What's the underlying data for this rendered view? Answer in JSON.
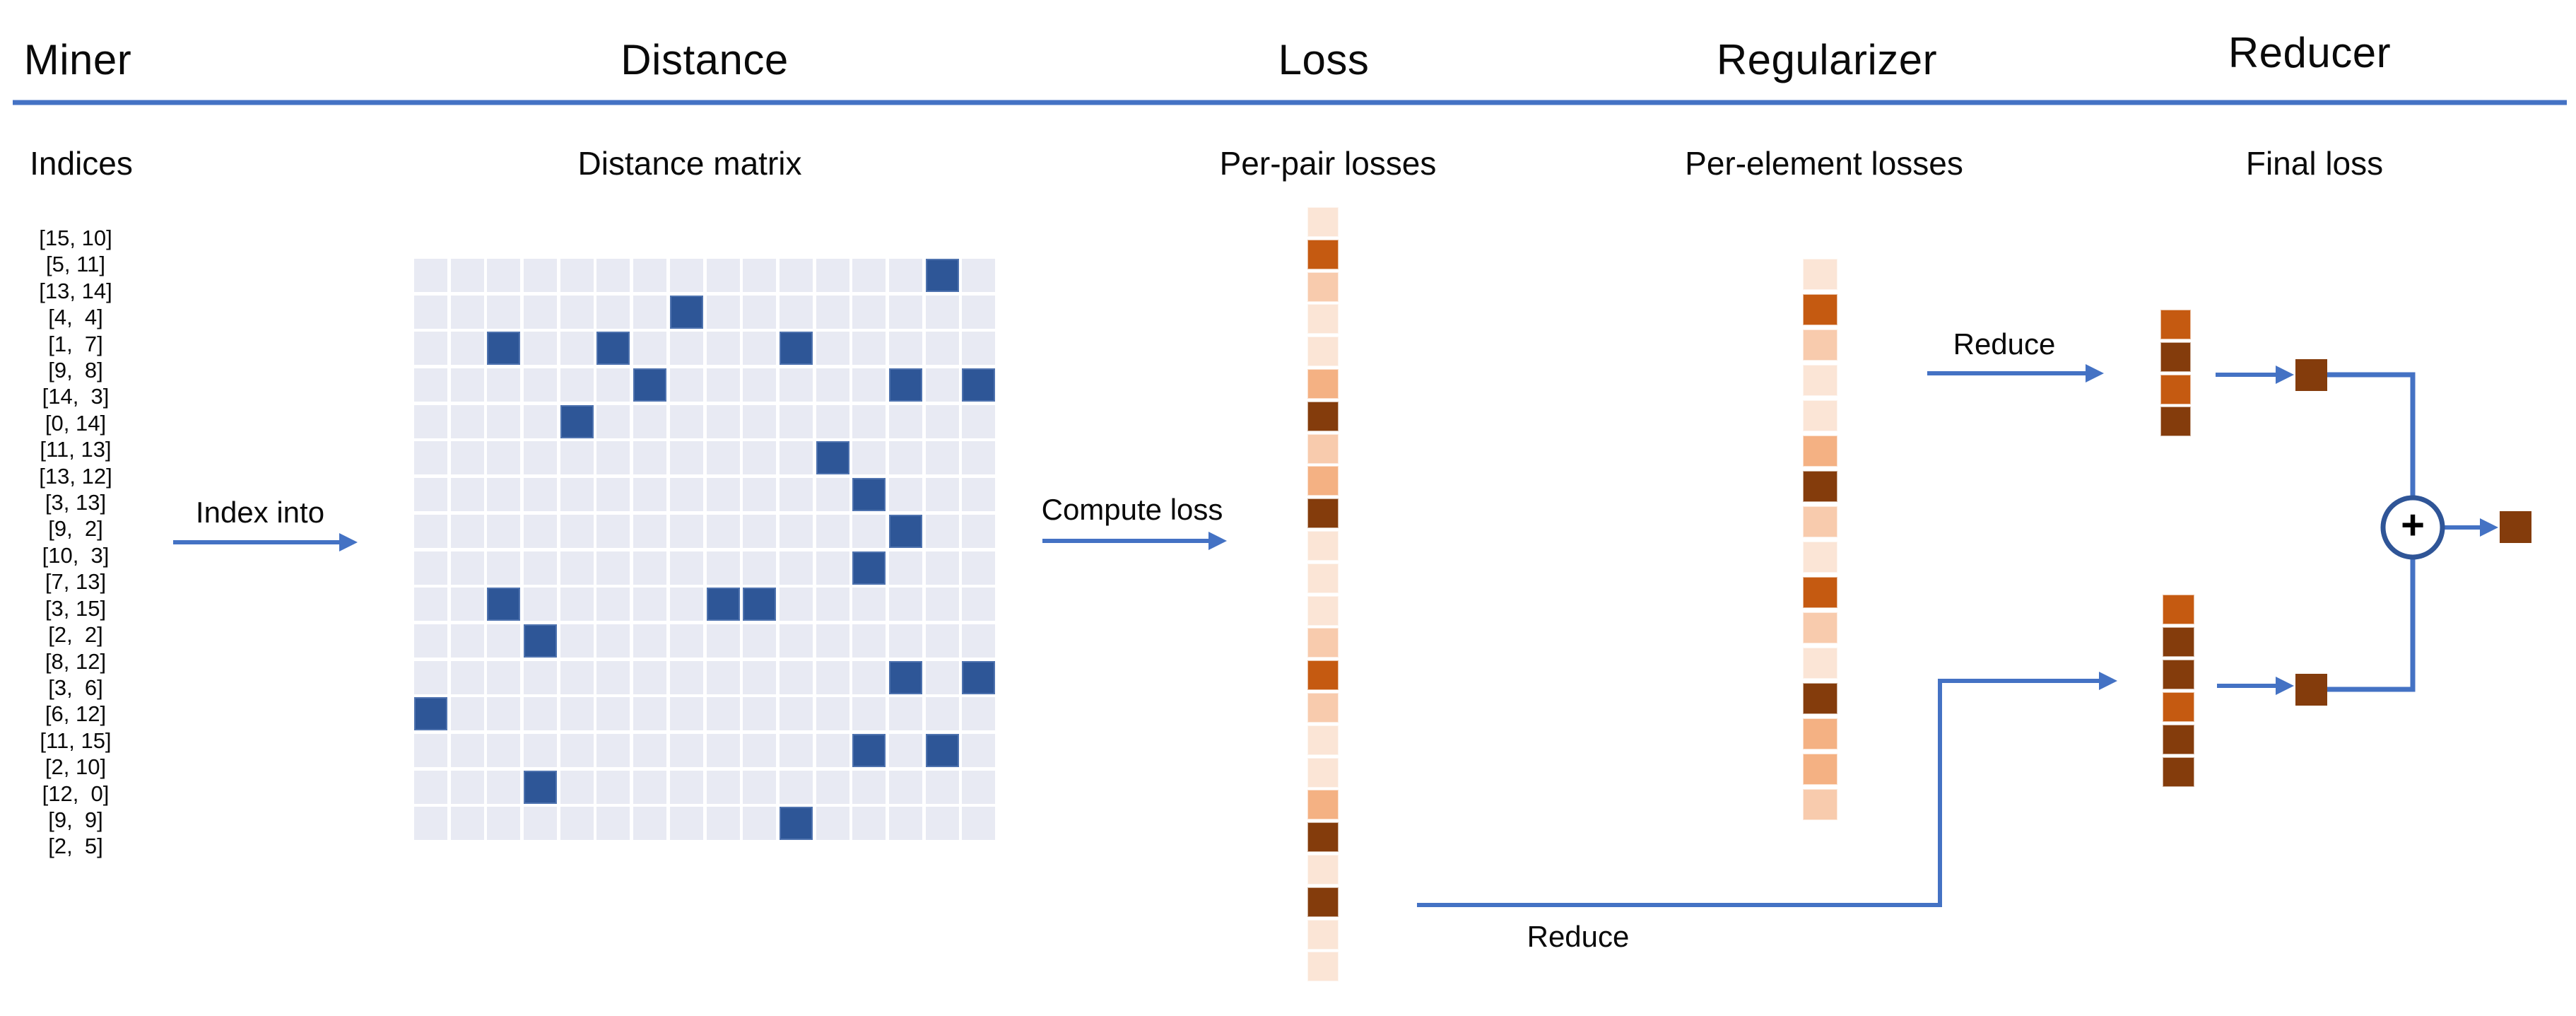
{
  "colors": {
    "accent_blue": "#4472C4",
    "circle_stroke": "#2F5597",
    "matrix_cell": "#E8EAF3",
    "matrix_highlight": "#2E5697",
    "shades": {
      "xl": "#FBE5D6",
      "l": "#F8CBAD",
      "m": "#F4B183",
      "s": "#C55A11",
      "d": "#843C0C"
    }
  },
  "columns": [
    {
      "title": "Miner",
      "subtitle": "Indices"
    },
    {
      "title": "Distance",
      "subtitle": "Distance matrix"
    },
    {
      "title": "Loss",
      "subtitle": "Per-pair losses"
    },
    {
      "title": "Regularizer",
      "subtitle": "Per-element losses"
    },
    {
      "title": "Reducer",
      "subtitle": "Final loss"
    }
  ],
  "labels": {
    "index_into": "Index into",
    "compute_loss": "Compute loss",
    "reduce_top": "Reduce",
    "reduce_bottom": "Reduce"
  },
  "miner": {
    "indices": [
      "[15, 10]",
      "[5, 11]",
      "[13, 14]",
      "[4,  4]",
      "[1,  7]",
      "[9,  8]",
      "[14,  3]",
      "[0, 14]",
      "[11, 13]",
      "[13, 12]",
      "[3, 13]",
      "[9,  2]",
      "[10,  3]",
      "[7, 13]",
      "[3, 15]",
      "[2,  2]",
      "[8, 12]",
      "[3,  6]",
      "[6, 12]",
      "[11, 15]",
      "[2, 10]",
      "[12,  0]",
      "[9,  9]",
      "[2,  5]"
    ]
  },
  "distance": {
    "matrix_size": 16,
    "highlighted_cells": [
      [
        15,
        10
      ],
      [
        5,
        11
      ],
      [
        13,
        14
      ],
      [
        4,
        4
      ],
      [
        1,
        7
      ],
      [
        9,
        8
      ],
      [
        14,
        3
      ],
      [
        0,
        14
      ],
      [
        11,
        13
      ],
      [
        13,
        12
      ],
      [
        3,
        13
      ],
      [
        9,
        2
      ],
      [
        10,
        3
      ],
      [
        7,
        13
      ],
      [
        3,
        15
      ],
      [
        2,
        2
      ],
      [
        8,
        12
      ],
      [
        3,
        6
      ],
      [
        6,
        12
      ],
      [
        11,
        15
      ],
      [
        2,
        10
      ],
      [
        12,
        0
      ],
      [
        9,
        9
      ],
      [
        2,
        5
      ]
    ]
  },
  "loss": {
    "per_pair_shades": [
      "xl",
      "s",
      "l",
      "xl",
      "xl",
      "m",
      "d",
      "l",
      "m",
      "d",
      "xl",
      "xl",
      "xl",
      "l",
      "s",
      "l",
      "xl",
      "xl",
      "m",
      "d",
      "xl",
      "d",
      "xl",
      "xl"
    ]
  },
  "regularizer": {
    "per_element_shades": [
      "xl",
      "s",
      "l",
      "xl",
      "xl",
      "m",
      "d",
      "l",
      "xl",
      "s",
      "l",
      "xl",
      "d",
      "m",
      "m",
      "l"
    ]
  },
  "reducer": {
    "reduced_top_shades": [
      "s",
      "d",
      "s",
      "d"
    ],
    "reduced_bottom_shades": [
      "s",
      "d",
      "d",
      "s",
      "d",
      "d"
    ],
    "plus_label": "+"
  }
}
